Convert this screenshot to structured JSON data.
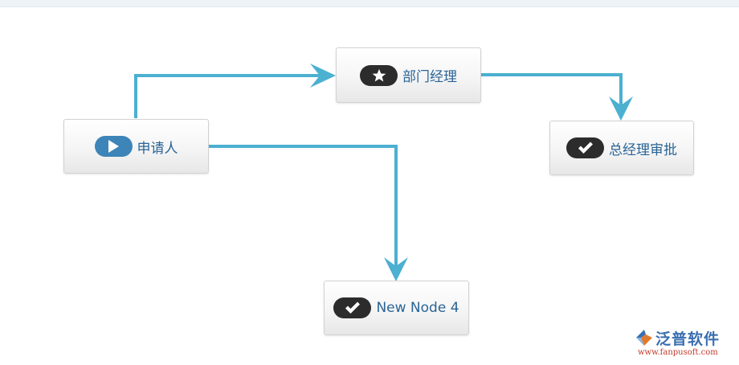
{
  "nodes": {
    "applicant": {
      "label": "申请人",
      "icon": "play-icon"
    },
    "dept_manager": {
      "label": "部门经理",
      "icon": "star-icon"
    },
    "gm_approval": {
      "label": "总经理审批",
      "icon": "check-icon"
    },
    "new_node_4": {
      "label": "New Node 4",
      "icon": "check-icon"
    }
  },
  "edges": [
    {
      "from": "申请人",
      "to": "部门经理"
    },
    {
      "from": "部门经理",
      "to": "总经理审批"
    },
    {
      "from": "申请人",
      "to": "New Node 4"
    }
  ],
  "colors": {
    "connector": "#4cb0d0",
    "badge_dark": "#2c2c2c",
    "badge_start": "#3d84b8",
    "label_text": "#2a6496"
  },
  "watermark": {
    "name": "泛普软件",
    "url": "www.fanpusoft.com"
  }
}
